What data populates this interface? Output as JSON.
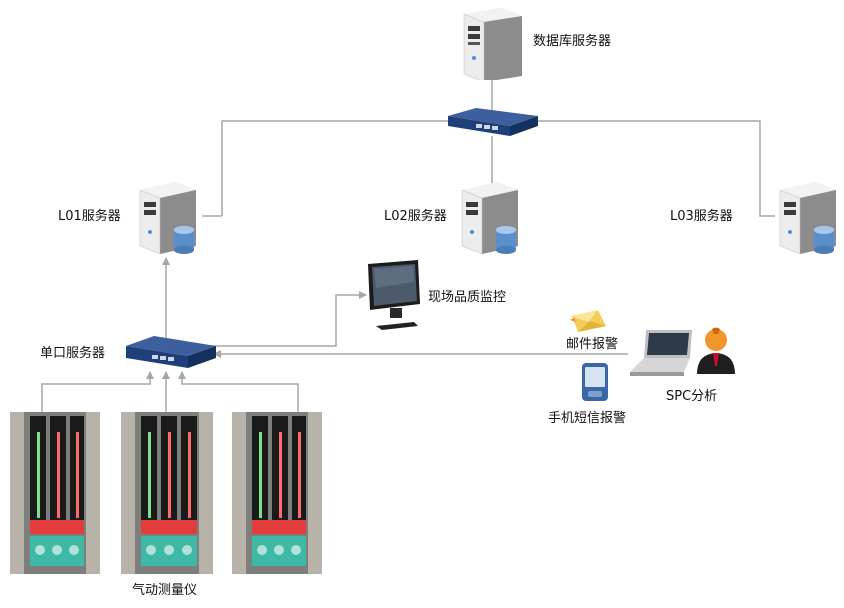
{
  "labels": {
    "db_server": "数据库服务器",
    "l01_server": "L01服务器",
    "l02_server": "L02服务器",
    "l03_server": "L03服务器",
    "unit_server": "单口服务器",
    "field_monitor": "现场品质监控",
    "mail_alarm": "邮件报警",
    "sms_alarm": "手机短信报警",
    "spc_analysis": "SPC分析",
    "gauge": "气动测量仪"
  },
  "icons": {
    "server": "tower-server-icon",
    "db": "database-cylinder-icon",
    "switch": "network-switch-icon",
    "monitor": "lcd-monitor-icon",
    "mail": "envelope-icon",
    "phone": "mobile-phone-icon",
    "laptop": "laptop-icon",
    "user": "user-avatar-icon",
    "gauge": "pneumatic-gauge-panel-icon"
  },
  "colors": {
    "line": "#a6a6a6",
    "switch_body": "#1f3f7a",
    "server_body": "#e6e6e6",
    "server_dark": "#3b3b3b",
    "db_blue": "#5b8fc9"
  }
}
